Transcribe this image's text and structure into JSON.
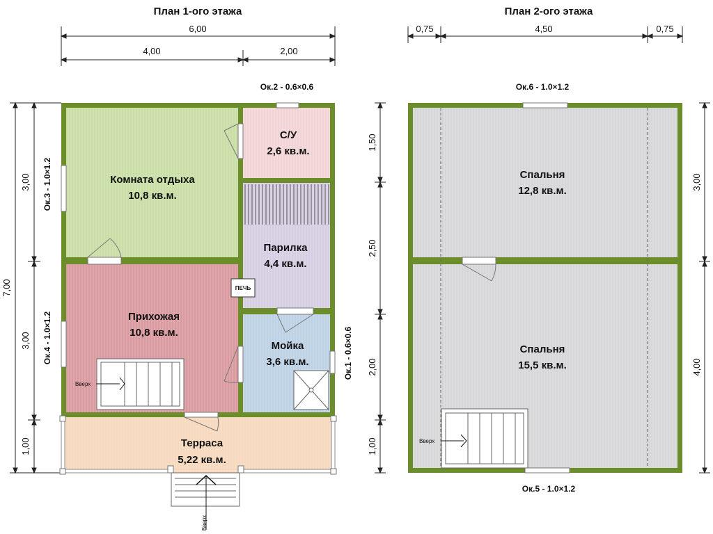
{
  "colors": {
    "wall": "#6b8e2a",
    "rest_room": "#c9dea4",
    "hallway": "#d9999e",
    "bathroom": "#f2d4d4",
    "sauna": "#d7cde3",
    "wash": "#bcd1e4",
    "terrace": "#f6d9bc",
    "bedroom": "#d6d6d8",
    "dimension_line": "#222222"
  },
  "floor1": {
    "title": "План 1-ого этажа",
    "dims_top": {
      "total": "6,00",
      "left": "4,00",
      "right": "2,00"
    },
    "dims_left": {
      "total": "7,00",
      "upper": "3,00",
      "middle": "3,00",
      "lower": "1,00"
    },
    "rooms": {
      "rest": {
        "name": "Комната отдыха",
        "area": "10,8 кв.м."
      },
      "bathroom": {
        "name": "С/У",
        "area": "2,6 кв.м."
      },
      "sauna": {
        "name": "Парилка",
        "area": "4,4 кв.м."
      },
      "hallway": {
        "name": "Прихожая",
        "area": "10,8 кв.м."
      },
      "wash": {
        "name": "Мойка",
        "area": "3,6 кв.м."
      },
      "terrace": {
        "name": "Терраса",
        "area": "5,22 кв.м."
      }
    },
    "stove": "ПЕЧЬ",
    "windows": {
      "w1": "Ок.1 - 0.6×0.6",
      "w2": "Ок.2 - 0.6×0.6",
      "w3": "Ок.3 - 1.0×1.2",
      "w4": "Ок.4 - 1.0×1.2"
    },
    "stairs_label": "Вверх",
    "porch_label": "Вверх"
  },
  "floor2": {
    "title": "План 2-ого этажа",
    "dims_top": {
      "left": "0,75",
      "middle": "4,50",
      "right": "0,75"
    },
    "dims_left": {
      "a": "1,50",
      "b": "2,50",
      "c": "2,00",
      "d": "1,00"
    },
    "dims_right": {
      "upper": "3,00",
      "lower": "4,00"
    },
    "rooms": {
      "bedroom1": {
        "name": "Спальня",
        "area": "12,8 кв.м."
      },
      "bedroom2": {
        "name": "Спальня",
        "area": "15,5 кв.м."
      }
    },
    "windows": {
      "w5": "Ок.5 - 1.0×1.2",
      "w6": "Ок.6 - 1.0×1.2"
    },
    "stairs_label": "Вверх"
  }
}
